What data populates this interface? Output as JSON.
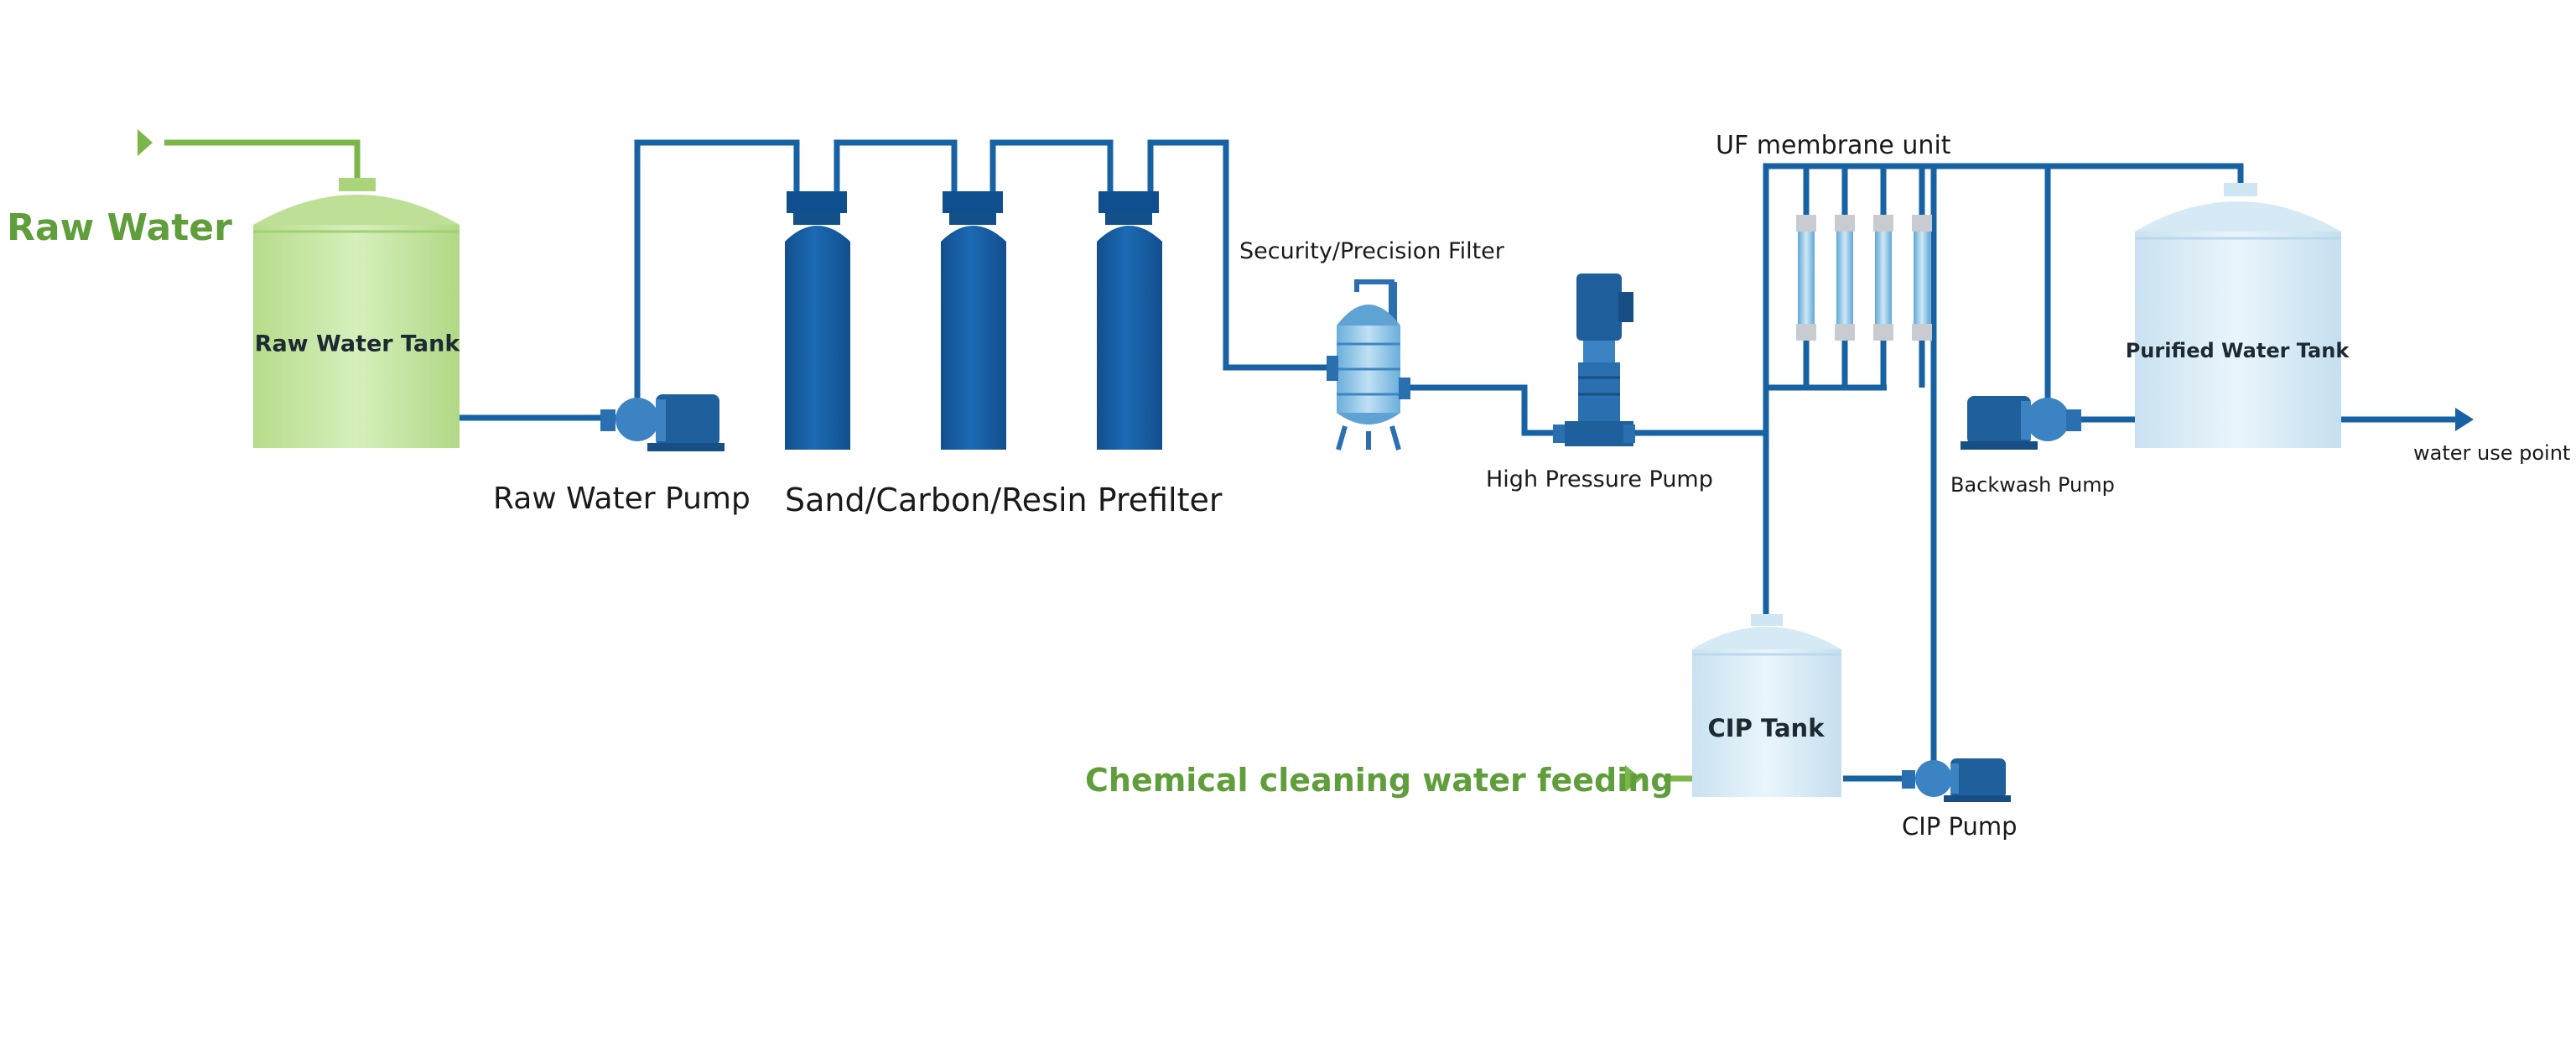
{
  "colors": {
    "pipe": "#1762a3",
    "feed_line": "#7ab648",
    "label_green": "#5f9e3a",
    "raw_tank_fill": "#c9e6a8",
    "light_tank_fill": "#dceef8",
    "vessel_blue": "#1a5fa6",
    "pump_blue": "#2a6fb0"
  },
  "labels": {
    "raw_water": "Raw Water",
    "raw_water_tank": "Raw Water Tank",
    "raw_water_pump": "Raw Water Pump",
    "prefilter": "Sand/Carbon/Resin Prefilter",
    "security_filter": "Security/Precision Filter",
    "high_pressure_pump": "High Pressure Pump",
    "uf_membrane_unit": "UF membrane unit",
    "purified_water_tank": "Purified Water Tank",
    "backwash_pump": "Backwash Pump",
    "water_use_point": "water use point",
    "cip_tank": "CIP Tank",
    "cip_pump": "CIP Pump",
    "chemical_feed": "Chemical cleaning water feeding"
  },
  "icons": {
    "raw_water_inlet": "arrow-right-icon",
    "chemical_inlet": "arrow-right-icon",
    "water_use_outlet": "arrow-right-icon"
  }
}
